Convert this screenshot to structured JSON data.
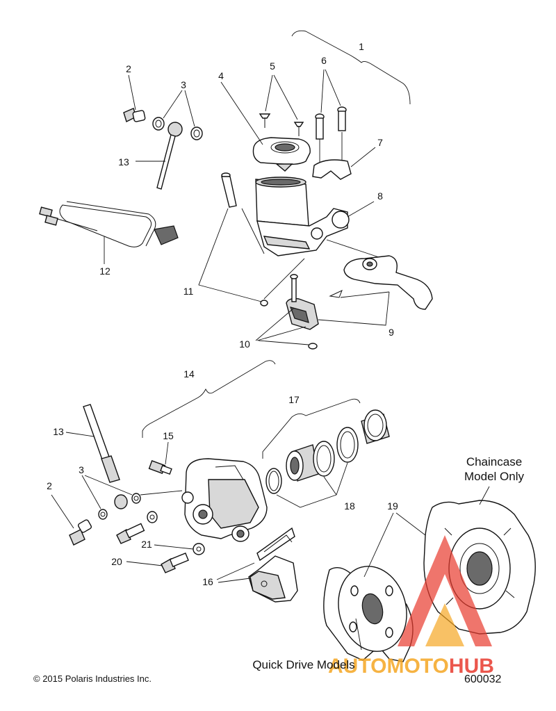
{
  "callouts": {
    "c1": "1",
    "c2": "2",
    "c3": "3",
    "c4": "4",
    "c5": "5",
    "c6": "6",
    "c7": "7",
    "c8": "8",
    "c9": "9",
    "c10": "10",
    "c11": "11",
    "c12": "12",
    "c13": "13",
    "c14": "14",
    "c15": "15",
    "c16": "16",
    "c17": "17",
    "c18": "18",
    "c19": "19",
    "c20": "20",
    "c21": "21",
    "c13b": "13",
    "c3b": "3",
    "c2b": "2"
  },
  "captions": {
    "chaincase_line1": "Chaincase",
    "chaincase_line2": "Model Only",
    "quick_drive": "Quick Drive Models"
  },
  "footer": {
    "copyright": "© 2015 Polaris Industries Inc.",
    "diagram_number": "600032"
  },
  "watermark": {
    "part1": "AUTOMOTO",
    "part2": "HUB",
    "colors": {
      "orange": "#f5a623",
      "red": "#e83a2e"
    }
  }
}
